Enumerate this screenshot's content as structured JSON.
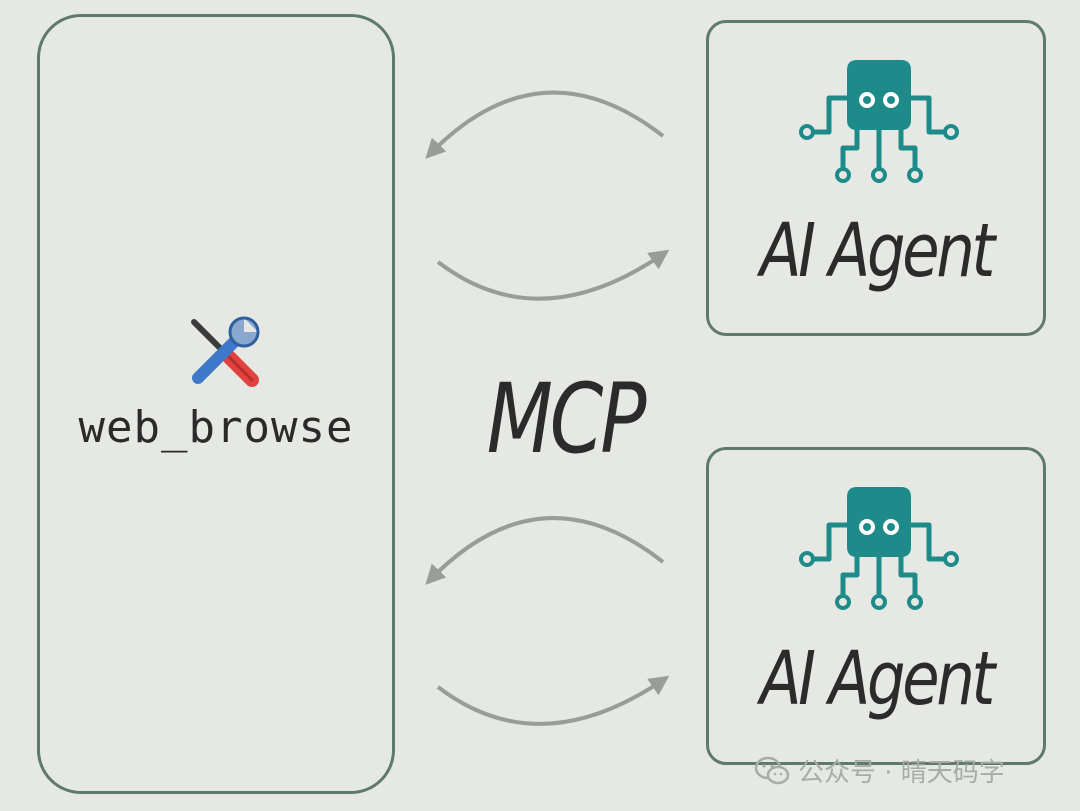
{
  "tool": {
    "label": "web_browse",
    "icon": "wrench-screwdriver-icon"
  },
  "protocol": {
    "label": "MCP"
  },
  "agents": [
    {
      "label": "AI Agent",
      "icon": "octopus-robot-icon"
    },
    {
      "label": "AI Agent",
      "icon": "octopus-robot-icon"
    }
  ],
  "watermark": {
    "text": "公众号 · 晴天码字",
    "icon": "wechat-icon"
  },
  "colors": {
    "background": "#e6e9e3",
    "box_border": "#5d7a6c",
    "agent_teal": "#1e8a8a",
    "arrow": "#9a9c9a",
    "text": "#2b2b2b"
  }
}
